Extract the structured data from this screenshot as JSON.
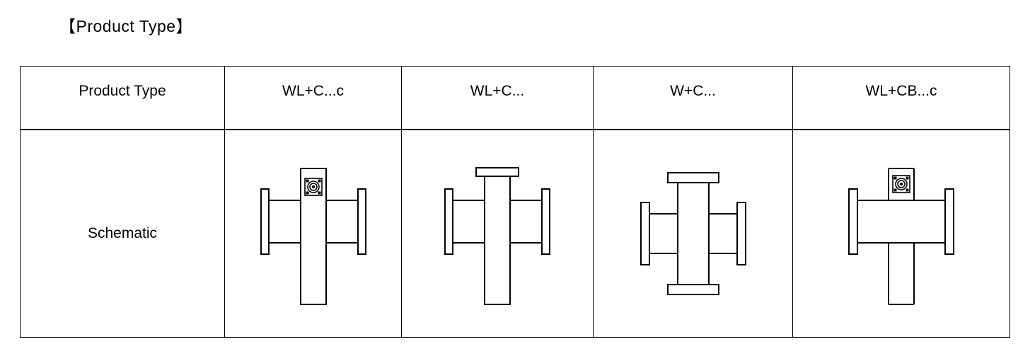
{
  "page": {
    "title": "【Product Type】",
    "background_color": "#ffffff",
    "line_color": "#000000"
  },
  "table": {
    "row_labels": {
      "product_type": "Product Type",
      "schematic": "Schematic"
    },
    "columns": [
      {
        "header": "Product Type",
        "kind": "row-label"
      },
      {
        "header": "WL+C...c",
        "kind": "product",
        "schematic": "tee-with-connector"
      },
      {
        "header": "WL+C...",
        "kind": "product",
        "schematic": "tee-top-flange"
      },
      {
        "header": "W+C...",
        "kind": "product",
        "schematic": "cross-four-flanges"
      },
      {
        "header": "WL+CB...c",
        "kind": "product",
        "schematic": "cross-wide-body-connector"
      }
    ],
    "rows": [
      {
        "label": "Schematic",
        "cells": [
          {
            "schematic": "tee-with-connector",
            "has_connector_icon": true
          },
          {
            "schematic": "tee-top-flange",
            "has_connector_icon": false
          },
          {
            "schematic": "cross-four-flanges",
            "has_connector_icon": false
          },
          {
            "schematic": "cross-wide-body-connector",
            "has_connector_icon": true
          }
        ]
      }
    ]
  },
  "icons": {
    "connector": "square-flange-connector-icon"
  }
}
